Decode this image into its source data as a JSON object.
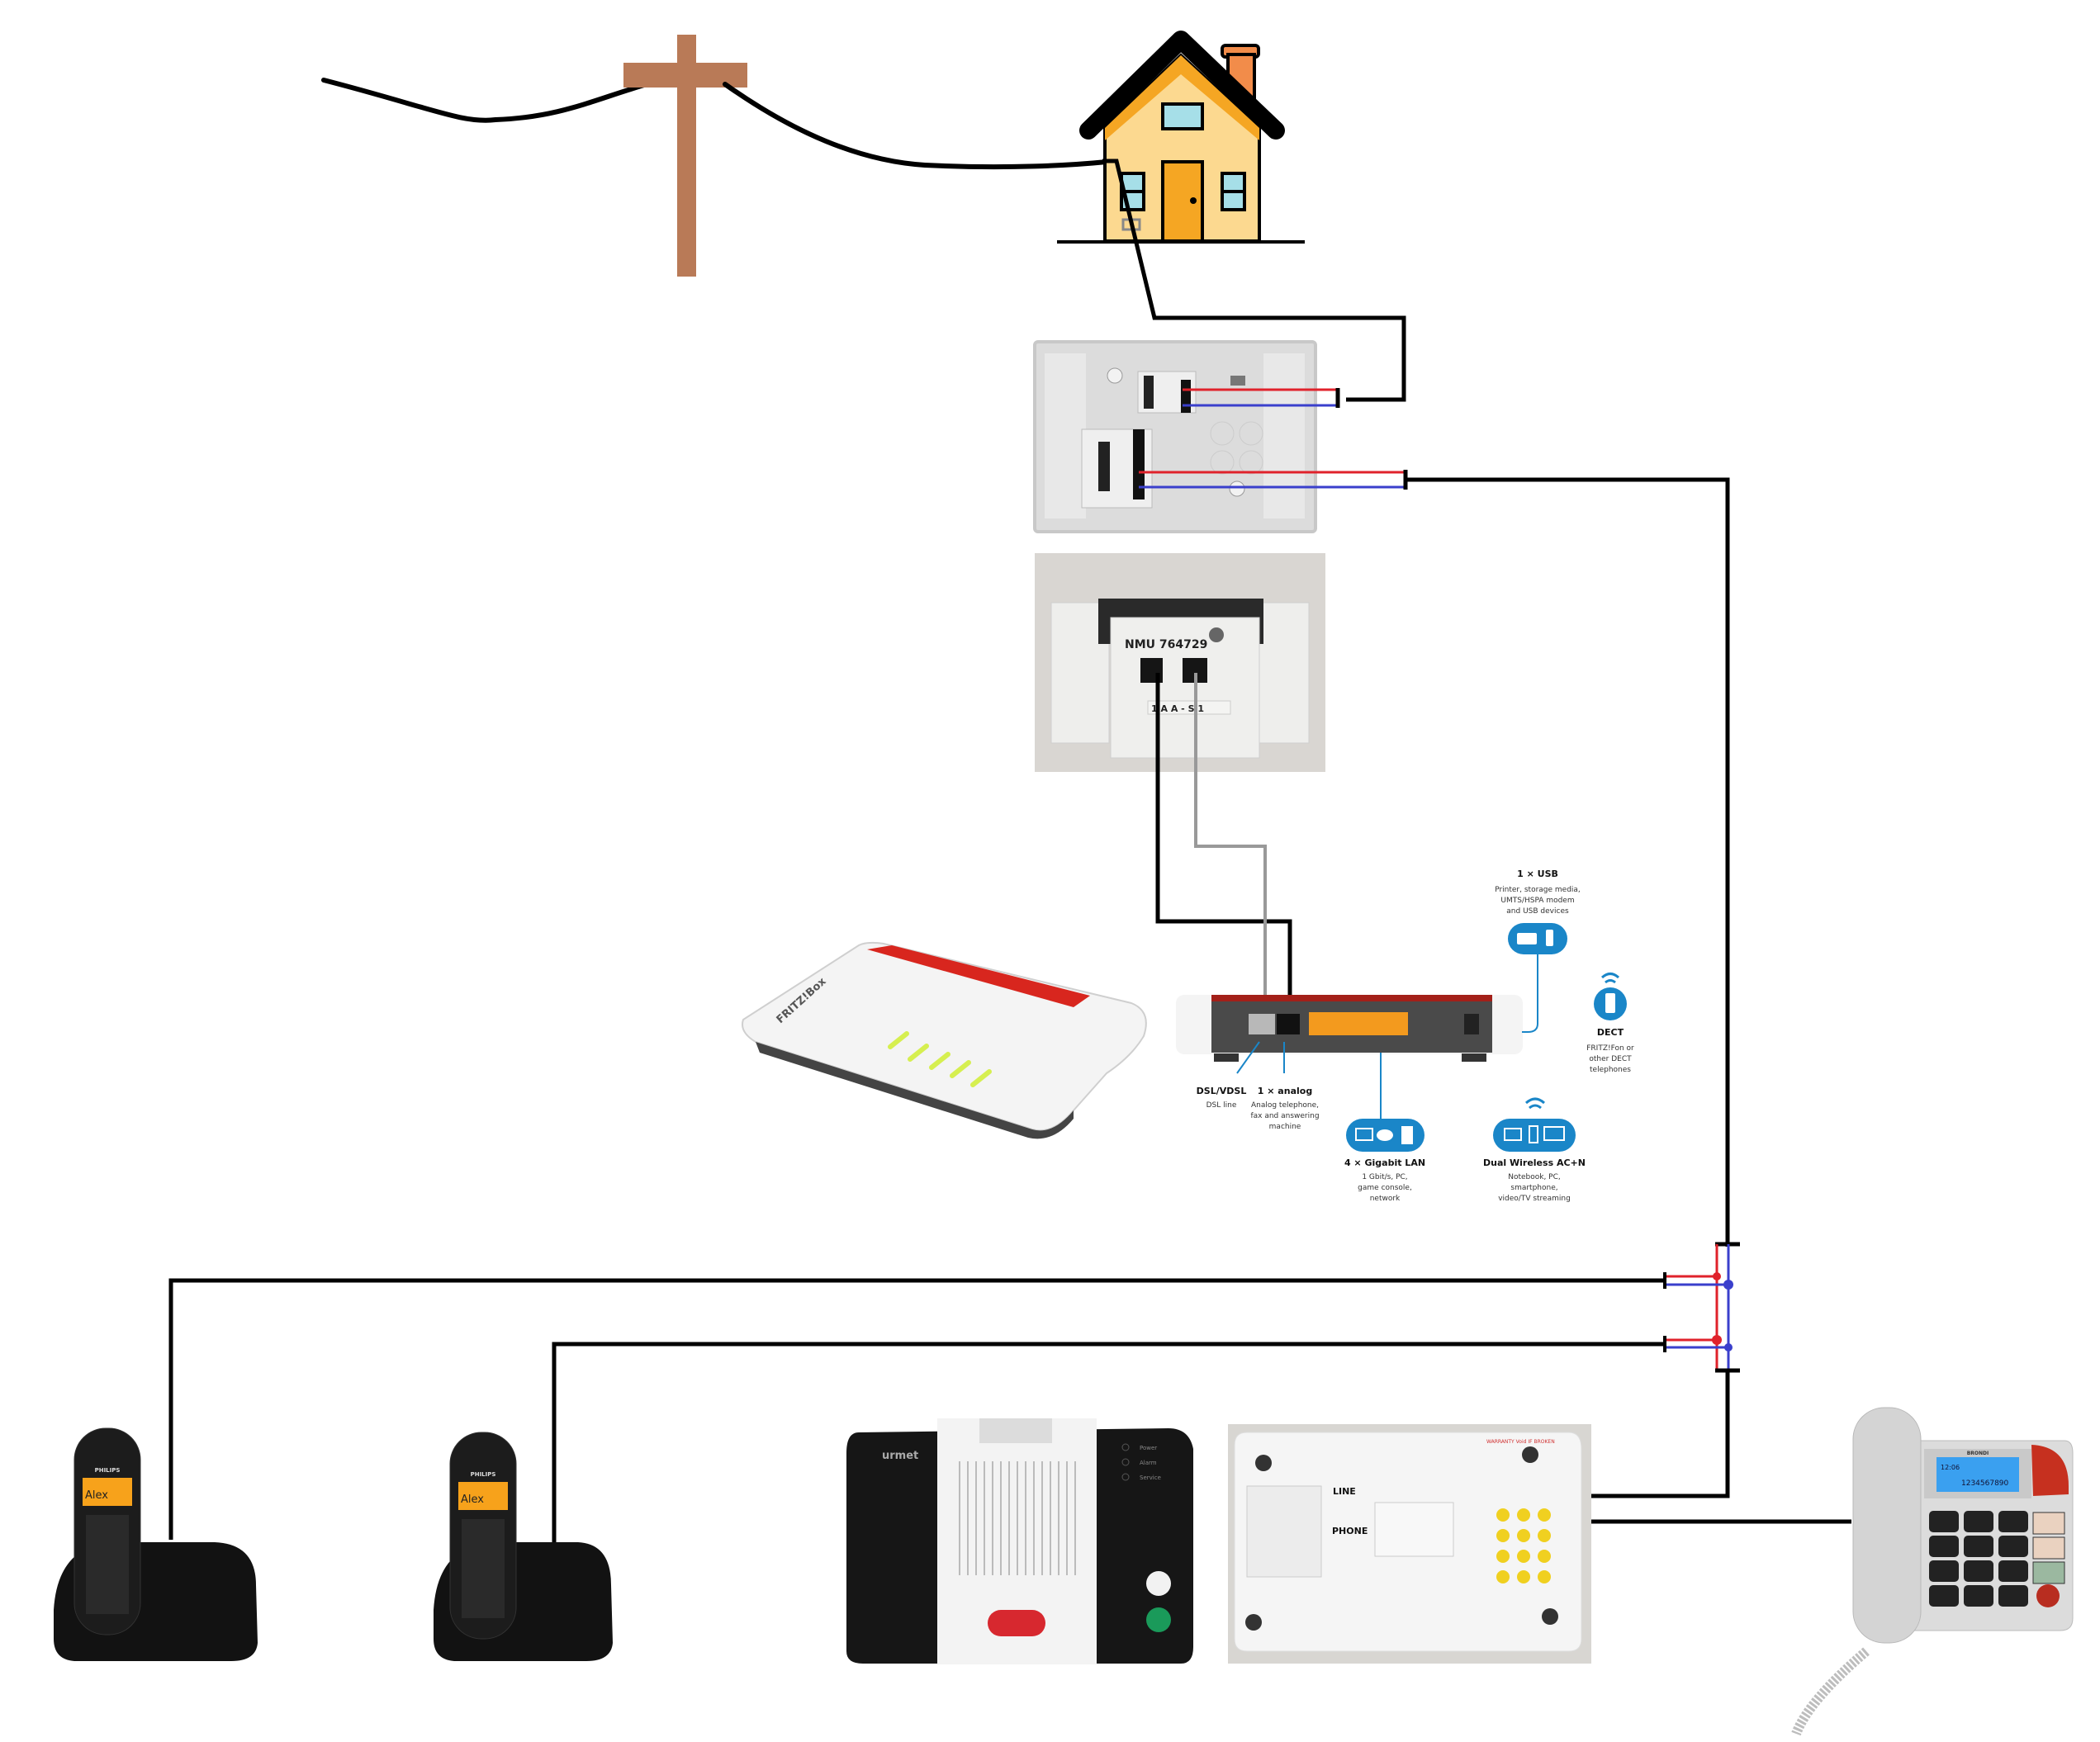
{
  "title": "Home telephone wiring diagram",
  "colors": {
    "wire": "#000000",
    "wire_red": "#e0222b",
    "wire_blue": "#3a3fcc",
    "wire_gray": "#999999",
    "pole": "#b97a57",
    "house_wall": "#fcd990",
    "house_accent": "#f5a623",
    "chimney": "#f28c4a",
    "window": "#a6dfe8",
    "fritz_red": "#d8261e",
    "lan_orange": "#f39a1e",
    "avm_blue": "#1a86c8"
  },
  "nodes": {
    "utility_pole": {
      "name": "Telephone pole"
    },
    "house": {
      "name": "House"
    },
    "junction_box": {
      "name": "Junction box (back of wall socket)"
    },
    "wall_socket": {
      "label": "NMU 764729",
      "port_label": "1 A A - S 1"
    },
    "fritzbox": {
      "brand": "FRITZ!Box",
      "ports": {
        "usb": {
          "title": "1 × USB",
          "desc": [
            "Printer, storage media,",
            "UMTS/HSPA modem",
            "and USB devices"
          ]
        },
        "dect": {
          "title": "DECT",
          "desc": [
            "FRITZ!Fon or",
            "other DECT",
            "telephones"
          ]
        },
        "dsl": {
          "title": "DSL/VDSL",
          "desc": [
            "DSL line"
          ]
        },
        "analog": {
          "title": "1 × analog",
          "desc": [
            "Analog telephone,",
            "fax and answering",
            "machine"
          ]
        },
        "lan": {
          "title": "4 × Gigabit LAN",
          "desc": [
            "1 Gbit/s, PC,",
            "game console,",
            "network"
          ]
        },
        "wifi": {
          "title": "Dual Wireless  AC+N",
          "desc": [
            "Notebook, PC,",
            "smartphone,",
            "video/TV streaming"
          ]
        }
      }
    },
    "phone_1": {
      "brand": "PHILIPS",
      "display": "Alex"
    },
    "phone_2": {
      "brand": "PHILIPS",
      "display": "Alex"
    },
    "alarm_unit": {
      "brand": "urmet",
      "leds": [
        "Power",
        "Alarm",
        "Service"
      ]
    },
    "alarm_unit_back": {
      "ports": {
        "line": "LINE",
        "phone": "PHONE"
      },
      "warranty": "WARRANTY Void IF BROKEN"
    },
    "desk_phone": {
      "brand": "BRONDI",
      "display_time": "12:06",
      "display_number": "1234567890"
    }
  }
}
